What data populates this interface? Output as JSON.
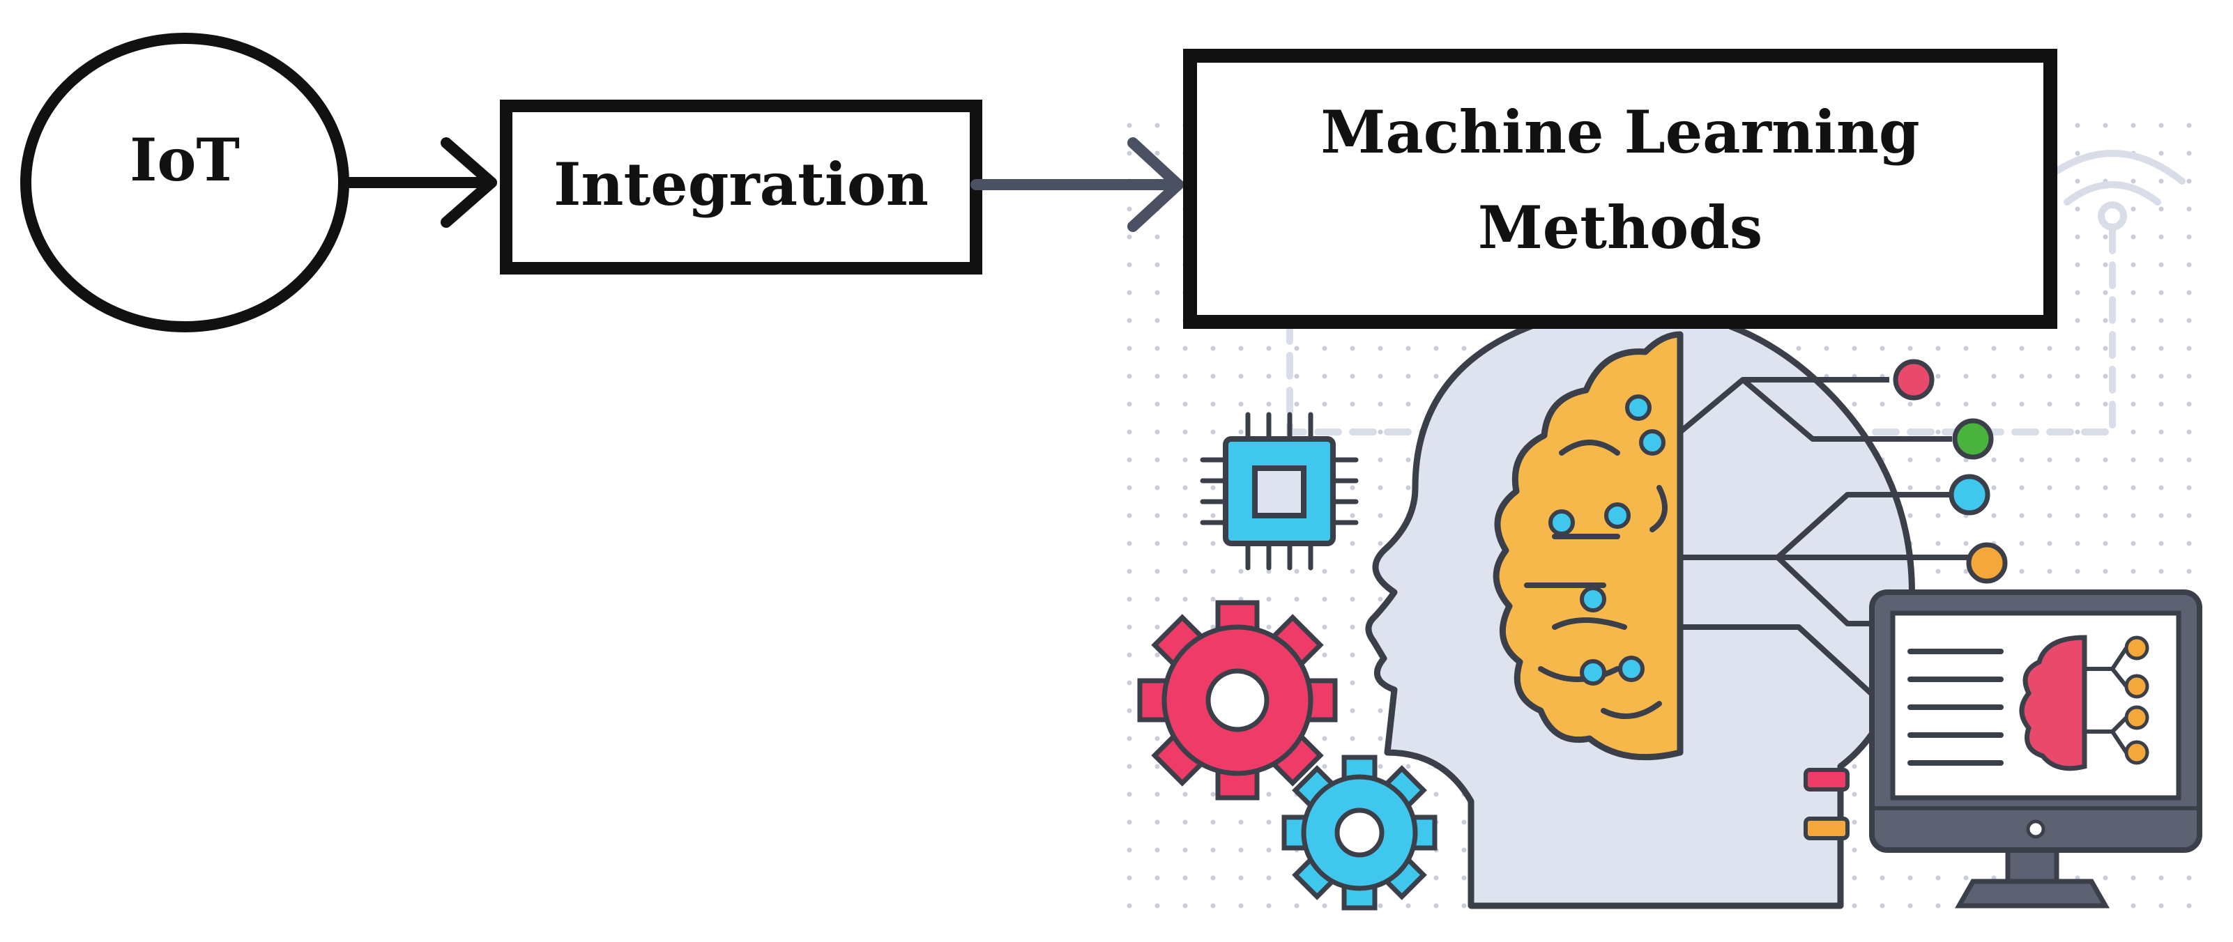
{
  "diagram": {
    "nodes": {
      "iot": {
        "label": "IoT",
        "shape": "ellipse"
      },
      "integration": {
        "label": "Integration",
        "shape": "rectangle"
      },
      "ml": {
        "label_line1": "Machine Learning",
        "label_line2": "Methods",
        "shape": "rectangle"
      }
    },
    "edges": [
      {
        "from": "iot",
        "to": "integration"
      },
      {
        "from": "integration",
        "to": "ml"
      }
    ]
  },
  "illustration": {
    "icons": [
      "ai-head-icon",
      "brain-icon",
      "cpu-chip-icon",
      "gear-icon",
      "monitor-icon",
      "wifi-icon"
    ],
    "colors": {
      "head": "#dfe3ef",
      "brain": "#f7b84b",
      "chip": "#3fc7ee",
      "gear_red": "#ee3b67",
      "gear_blue": "#3fc7ee",
      "outline": "#3b3f49",
      "monitor_frame": "#5d6273",
      "node_red": "#e94a6c",
      "node_green": "#49b33e",
      "node_blue": "#3fc7ee",
      "node_orange": "#f4a83a",
      "arrow_black": "#111111",
      "arrow_slate": "#4a5163"
    }
  }
}
